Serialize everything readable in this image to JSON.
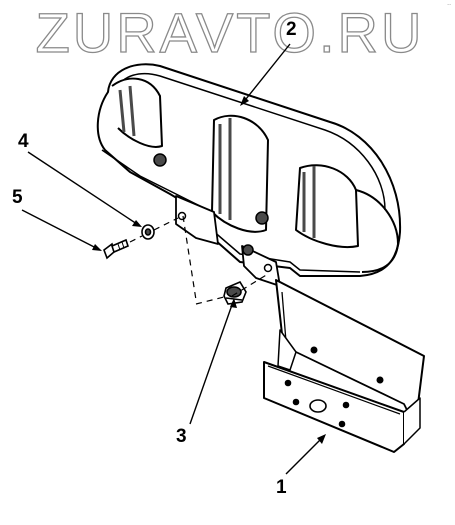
{
  "watermark": {
    "text": "ZURAVTO.RU"
  },
  "corner_mark": "··",
  "callouts": [
    {
      "id": "1",
      "label": "1"
    },
    {
      "id": "2",
      "label": "2"
    },
    {
      "id": "3",
      "label": "3"
    },
    {
      "id": "4",
      "label": "4"
    },
    {
      "id": "5",
      "label": "5"
    }
  ],
  "colors": {
    "ink": "#000000",
    "shade": "#4a4a4a",
    "watermark_stroke": "#8a8a8a",
    "background": "#ffffff"
  }
}
